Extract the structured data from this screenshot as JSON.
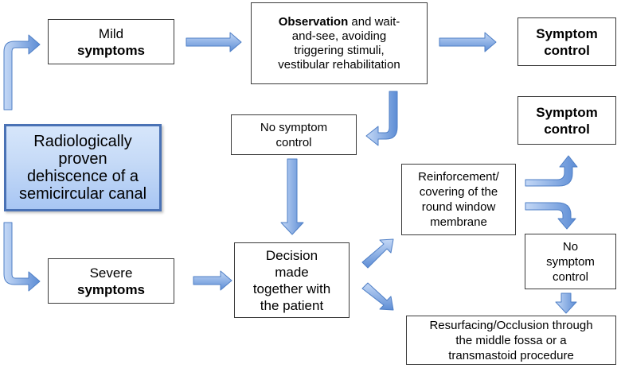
{
  "boxes": {
    "main": [
      "Radiologically",
      "proven",
      "dehiscence of a",
      "semicircular canal"
    ],
    "mild": {
      "line1": "Mild",
      "line2": "symptoms"
    },
    "severe": {
      "line1": "Severe",
      "line2": "symptoms"
    },
    "observation": {
      "bold": "Observation",
      "rest": " and wait-",
      "lines": [
        "and-see, avoiding",
        "triggering stimuli,",
        "vestibular rehabilitation"
      ]
    },
    "symptom_control_1": [
      "Symptom",
      "control"
    ],
    "symptom_control_2": [
      "Symptom",
      "control"
    ],
    "no_symptom_control_1": [
      "No symptom",
      "control"
    ],
    "decision": [
      "Decision",
      "made",
      "together with",
      "the patient"
    ],
    "reinforcement": [
      "Reinforcement/",
      "covering of the",
      "round window",
      "membrane"
    ],
    "no_symptom_control_2": [
      "No",
      "symptom",
      "control"
    ],
    "resurfacing": [
      "Resurfacing/Occlusion through",
      "the middle fossa or  a",
      "transmastoid procedure"
    ]
  },
  "colors": {
    "arrow_light": "#bcd3f5",
    "arrow_dark": "#5f8fd6",
    "arrow_stroke": "#4f7fc6",
    "main_border": "#4a72b5"
  }
}
